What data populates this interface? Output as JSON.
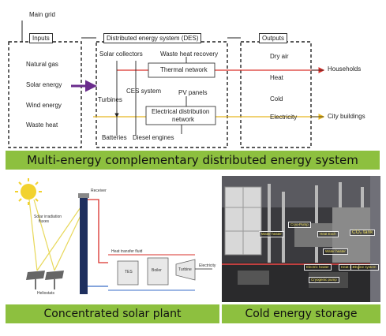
{
  "des": {
    "main_grid": "Main grid",
    "inputs_header": "Inputs",
    "des_header": "Distributed energy system (DES)",
    "outputs_header": "Outputs",
    "inputs": [
      "Natural gas",
      "Solar energy",
      "Wind energy",
      "Waste heat"
    ],
    "solar_collectors": "Solar collectors",
    "waste_heat_recovery": "Waste heat recovery",
    "thermal_network": "Thermal network",
    "ces_system": "CES system",
    "turbines": "Turbines",
    "pv_panels": "PV panels",
    "elec_network_line1": "Electrical distribution",
    "elec_network_line2": "network",
    "batteries": "Batteries",
    "diesel_engines": "Diesel engines",
    "outputs": [
      "Dry air",
      "Heat",
      "Cold",
      "Electricity"
    ],
    "households": "Households",
    "city_buildings": "City buildings",
    "banner": "Multi-energy complementary distributed energy system"
  },
  "solar_plant": {
    "receiver": "Receiver",
    "solar_flux_line1": "Solar irradiation",
    "solar_flux_line2": "fluxes",
    "heat_transfer_fluid": "Heat transfer fluid",
    "tes": "TES",
    "boiler": "Boiler",
    "turbine": "Turbine",
    "electricity": "Electricity",
    "heliostats": "Heliostats",
    "banner": "Concentrated solar plant"
  },
  "cold_storage": {
    "tags": [
      "Cryo-Pump",
      "Heat Exch",
      "CO₂ tank",
      "Water heater",
      "Water heater",
      "Electric heater",
      "Heat exch",
      "Engine system",
      "Cryogenic pump"
    ],
    "banner": "Cold energy storage"
  },
  "colors": {
    "banner_green": "#8dc03f",
    "thermal_red": "#d9302b",
    "electric_yellow": "#e8b820",
    "solar_purple": "#6a2c8c"
  }
}
